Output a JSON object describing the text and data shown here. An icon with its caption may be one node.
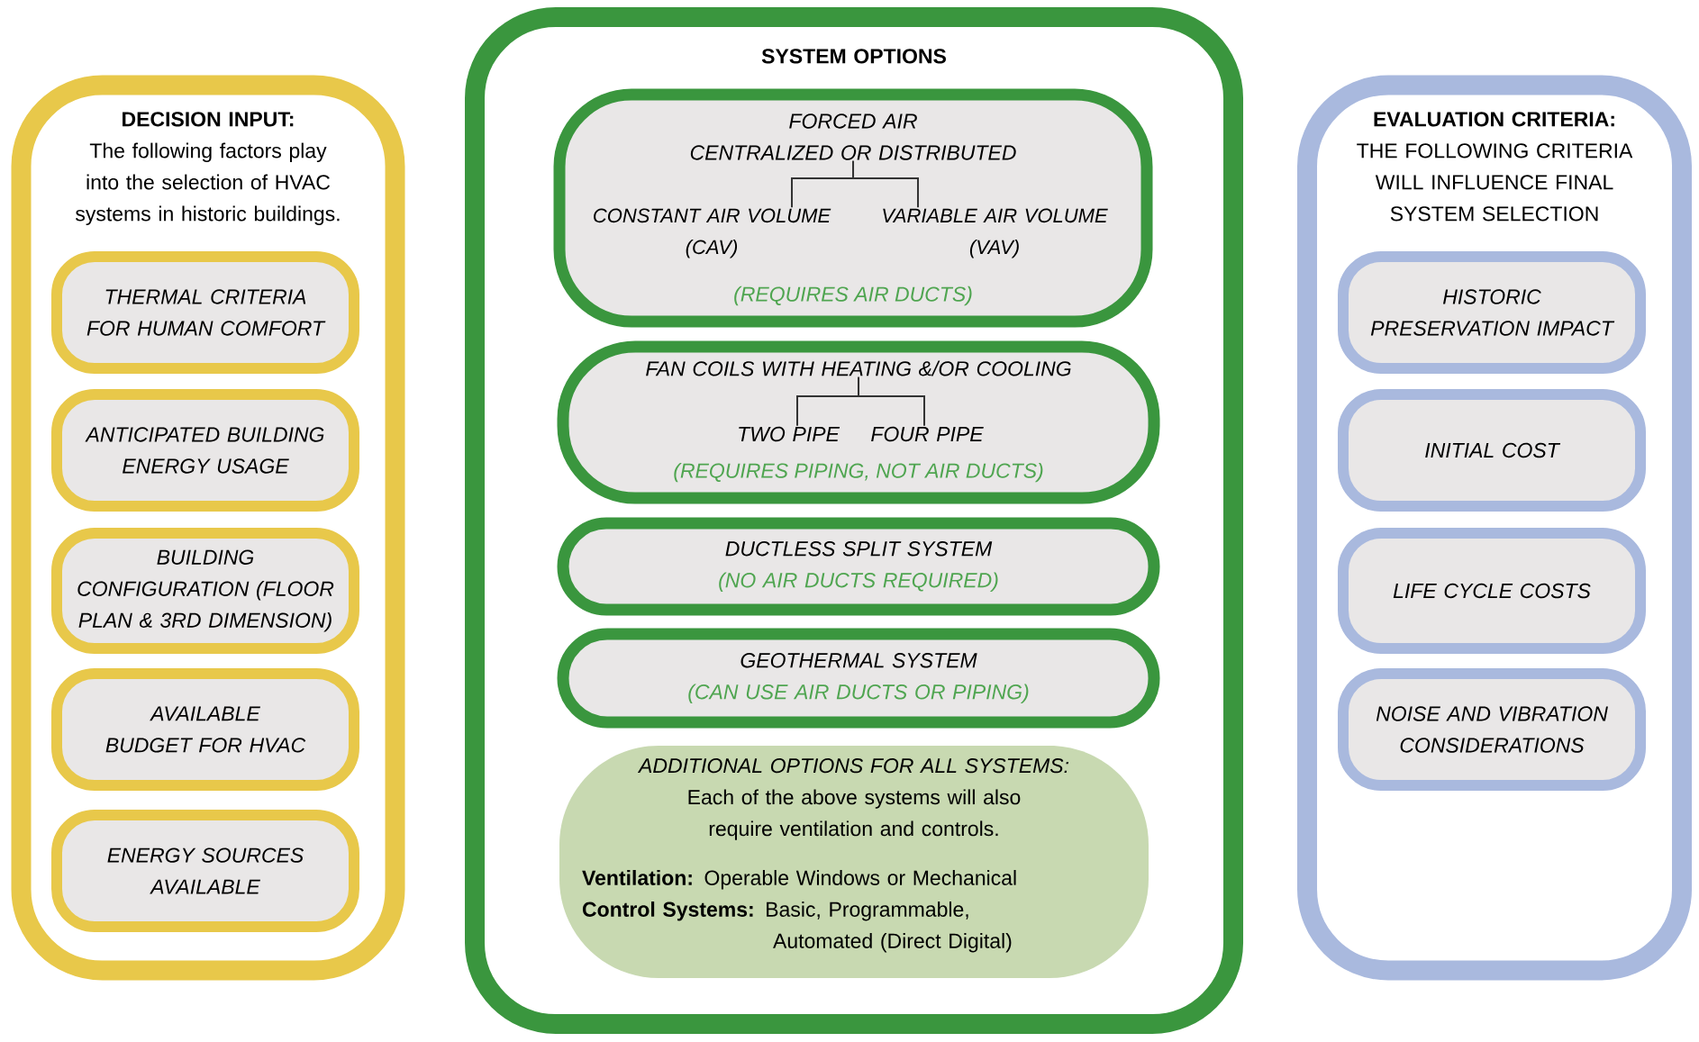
{
  "diagram": {
    "nodes": [
      {
        "text": [
          "DECISION INPUT:",
          "The following factors play into the selection of HVAC systems in historic buildings."
        ]
      },
      {
        "text": [
          "THERMAL CRITERIA FOR HUMAN COMFORT"
        ],
        "in": 0
      },
      {
        "text": [
          "ANTICIPATED BUILDING ENERGY USAGE"
        ],
        "in": 0
      },
      {
        "text": [
          "BUILDING CONFIGURATION (FLOOR PLAN & 3RD DIMENSION)"
        ],
        "in": 0
      },
      {
        "text": [
          "AVAILABLE BUDGET FOR HVAC"
        ],
        "in": 0
      },
      {
        "text": [
          "ENERGY SOURCES AVAILABLE"
        ],
        "in": 0
      },
      {
        "text": [
          "SYSTEM OPTIONS"
        ]
      },
      {
        "text": [
          "(REQUIRES AIR DUCTS)"
        ],
        "in": 6
      },
      {
        "text": [
          "FORCED AIR CENTRALIZED OR DISTRIBUTED"
        ],
        "in": 7
      },
      {
        "text": [
          "CONSTANT AIR VOLUME (CAV)"
        ],
        "in": 7
      },
      {
        "text": [
          "VARIABLE AIR VOLUME (VAV)"
        ],
        "in": 7
      },
      {
        "text": [
          "(REQUIRES PIPING, NOT AIR DUCTS)"
        ],
        "in": 6
      },
      {
        "text": [
          "FAN COILS WITH HEATING &/OR COOLING"
        ],
        "in": 11
      },
      {
        "text": [
          "TWO PIPE"
        ],
        "in": 11
      },
      {
        "text": [
          "FOUR PIPE"
        ],
        "in": 11
      },
      {
        "text": [
          "DUCTLESS SPLIT SYSTEM",
          "(NO AIR DUCTS REQUIRED)"
        ],
        "in": 6
      },
      {
        "text": [
          "GEOTHERMAL SYSTEM",
          "(CAN USE AIR DUCTS OR PIPING)"
        ],
        "in": 6
      },
      {
        "text": [
          "ADDITIONAL OPTIONS FOR ALL SYSTEMS:",
          "Each of the above systems will also require ventilation and controls.",
          "**Ventilation:** Operable Windows or Mechanical",
          "**Control Systems:** Basic, Programmable, Automated (Direct Digital)"
        ],
        "in": 6
      },
      {
        "text": [
          "EVALUATION CRITERIA:",
          "THE FOLLOWING CRITERIA WILL INFLUENCE FINAL SYSTEM SELECTION"
        ]
      },
      {
        "text": [
          "HISTORIC PRESERVATION IMPACT"
        ],
        "in": 18
      },
      {
        "text": [
          "INITIAL COST"
        ],
        "in": 18
      },
      {
        "text": [
          "LIFE CYCLE COSTS"
        ],
        "in": 18
      },
      {
        "text": [
          "NOISE AND VIBRATION CONSIDERATIONS"
        ],
        "in": 18
      }
    ],
    "edges": [
      {
        "from": 8,
        "to": 9,
        "arrow": "none"
      },
      {
        "from": 8,
        "to": 10,
        "arrow": "none"
      },
      {
        "from": 12,
        "to": 13,
        "arrow": "none"
      },
      {
        "from": 12,
        "to": 14,
        "arrow": "none"
      }
    ]
  }
}
